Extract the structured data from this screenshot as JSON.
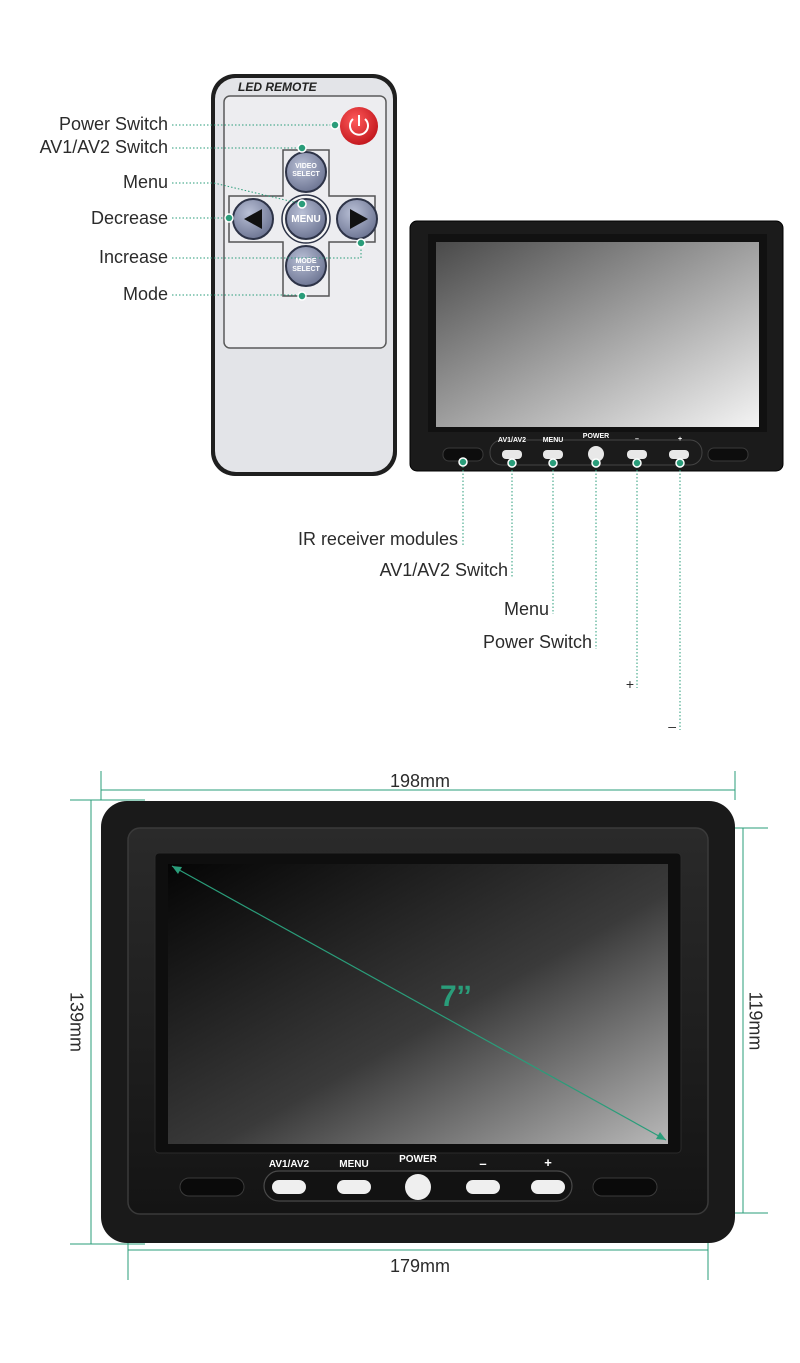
{
  "remote": {
    "brand": "LED REMOTE",
    "buttons": {
      "video_select": "VIDEO\nSELECT",
      "menu": "MENU",
      "mode_select": "MODE\nSELECT"
    },
    "callouts": [
      "Power Switch",
      "AV1/AV2 Switch",
      "Menu",
      "Decrease",
      "Increase",
      "Mode"
    ]
  },
  "monitor_small": {
    "button_labels": [
      "AV1/AV2",
      "MENU",
      "POWER",
      "–",
      "+"
    ],
    "callouts": [
      "IR receiver modules",
      "AV1/AV2 Switch",
      "Menu",
      "Power Switch",
      "+",
      "–"
    ]
  },
  "monitor_large": {
    "button_labels": [
      "AV1/AV2",
      "MENU",
      "POWER",
      "–",
      "+"
    ],
    "dimensions": {
      "outer_width": "198mm",
      "outer_height": "139mm",
      "inner_width": "179mm",
      "inner_height": "119mm",
      "diagonal": "7ˮ"
    }
  },
  "colors": {
    "accent": "#2a9d7a",
    "power_red": "#d8252b",
    "bezel": "#1b1b1b"
  }
}
